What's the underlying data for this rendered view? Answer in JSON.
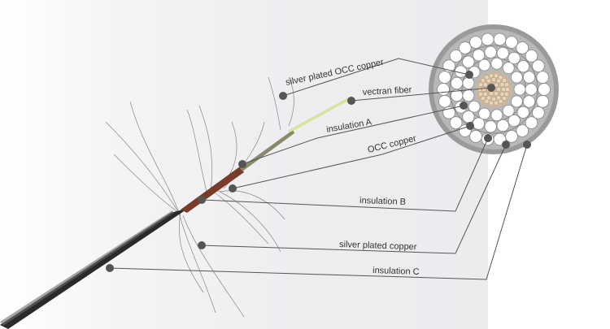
{
  "labels": {
    "silver_plated_occ_copper": "silver plated OCC copper",
    "vectran_fiber": "vectran fiber",
    "insulation_a": "insulation A",
    "occ_copper": "OCC copper",
    "insulation_b": "insulation B",
    "silver_plated_copper": "silver plated copper",
    "insulation_c": "insulation C"
  },
  "colors": {
    "leader_line": "#555555",
    "label_text": "#333333",
    "vectran_fiber": "#c8d87a",
    "cable_jacket": "#2a2a2a",
    "copper": "#7a3b2a"
  }
}
